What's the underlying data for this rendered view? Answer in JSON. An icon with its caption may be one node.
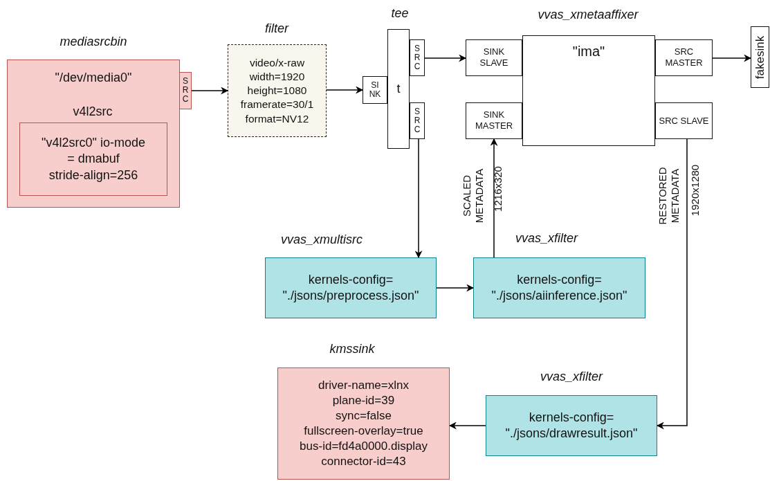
{
  "diagram": {
    "nodes": [
      {
        "text": [
          "mediasrcbin",
          "\"/dev/media0\""
        ]
      },
      {
        "text": [
          "v4l2src",
          "\"v4l2src0\" io-mode = dmabuf stride-align=256"
        ],
        "in": 0
      },
      {
        "text": [
          "SRC"
        ]
      },
      {
        "text": [
          "filter",
          "video/x-raw width=1920 height=1080 framerate=30/1 format=NV12"
        ]
      },
      {
        "text": [
          "SINK"
        ]
      },
      {
        "text": [
          "tee",
          "t"
        ]
      },
      {
        "text": [
          "SRC"
        ]
      },
      {
        "text": [
          "SRC"
        ]
      },
      {
        "text": [
          "vvas_xmetaaffixer",
          "\"ima\""
        ]
      },
      {
        "text": [
          "SINK SLAVE"
        ]
      },
      {
        "text": [
          "SINK MASTER"
        ]
      },
      {
        "text": [
          "SRC MASTER"
        ]
      },
      {
        "text": [
          "SRC SLAVE"
        ]
      },
      {
        "text": [
          "fakesink"
        ]
      },
      {
        "text": [
          "vvas_xmultisrc",
          "kernels-config= \"./jsons/preprocess.json\""
        ]
      },
      {
        "text": [
          "vvas_xfilter",
          "kernels-config= \"./jsons/aiinference.json\""
        ]
      },
      {
        "text": [
          "kmssink",
          "driver-name=xlnx plane-id=39 sync=false fullscreen-overlay=true bus-id=fd4a0000.display connector-id=43"
        ]
      },
      {
        "text": [
          "vvas_xfilter",
          "kernels-config= \"./jsons/drawresult.json\""
        ]
      }
    ],
    "edges": [
      {
        "from": 2,
        "to": 3,
        "arrow": "to"
      },
      {
        "from": 3,
        "to": 4,
        "arrow": "to"
      },
      {
        "from": 6,
        "to": 9,
        "arrow": "to"
      },
      {
        "from": 11,
        "to": 13,
        "arrow": "to"
      },
      {
        "from": 7,
        "to": 14,
        "arrow": "to"
      },
      {
        "from": 14,
        "to": 15,
        "arrow": "to"
      },
      {
        "from": 15,
        "to": 10,
        "arrow": "to",
        "label": "SCALED METADATA"
      },
      {
        "from": 12,
        "to": 17,
        "arrow": "to",
        "label": "RESTORED METADATA"
      },
      {
        "from": 17,
        "to": 16,
        "arrow": "to"
      }
    ],
    "labels": [
      "1216x320",
      "1920x1280"
    ]
  }
}
